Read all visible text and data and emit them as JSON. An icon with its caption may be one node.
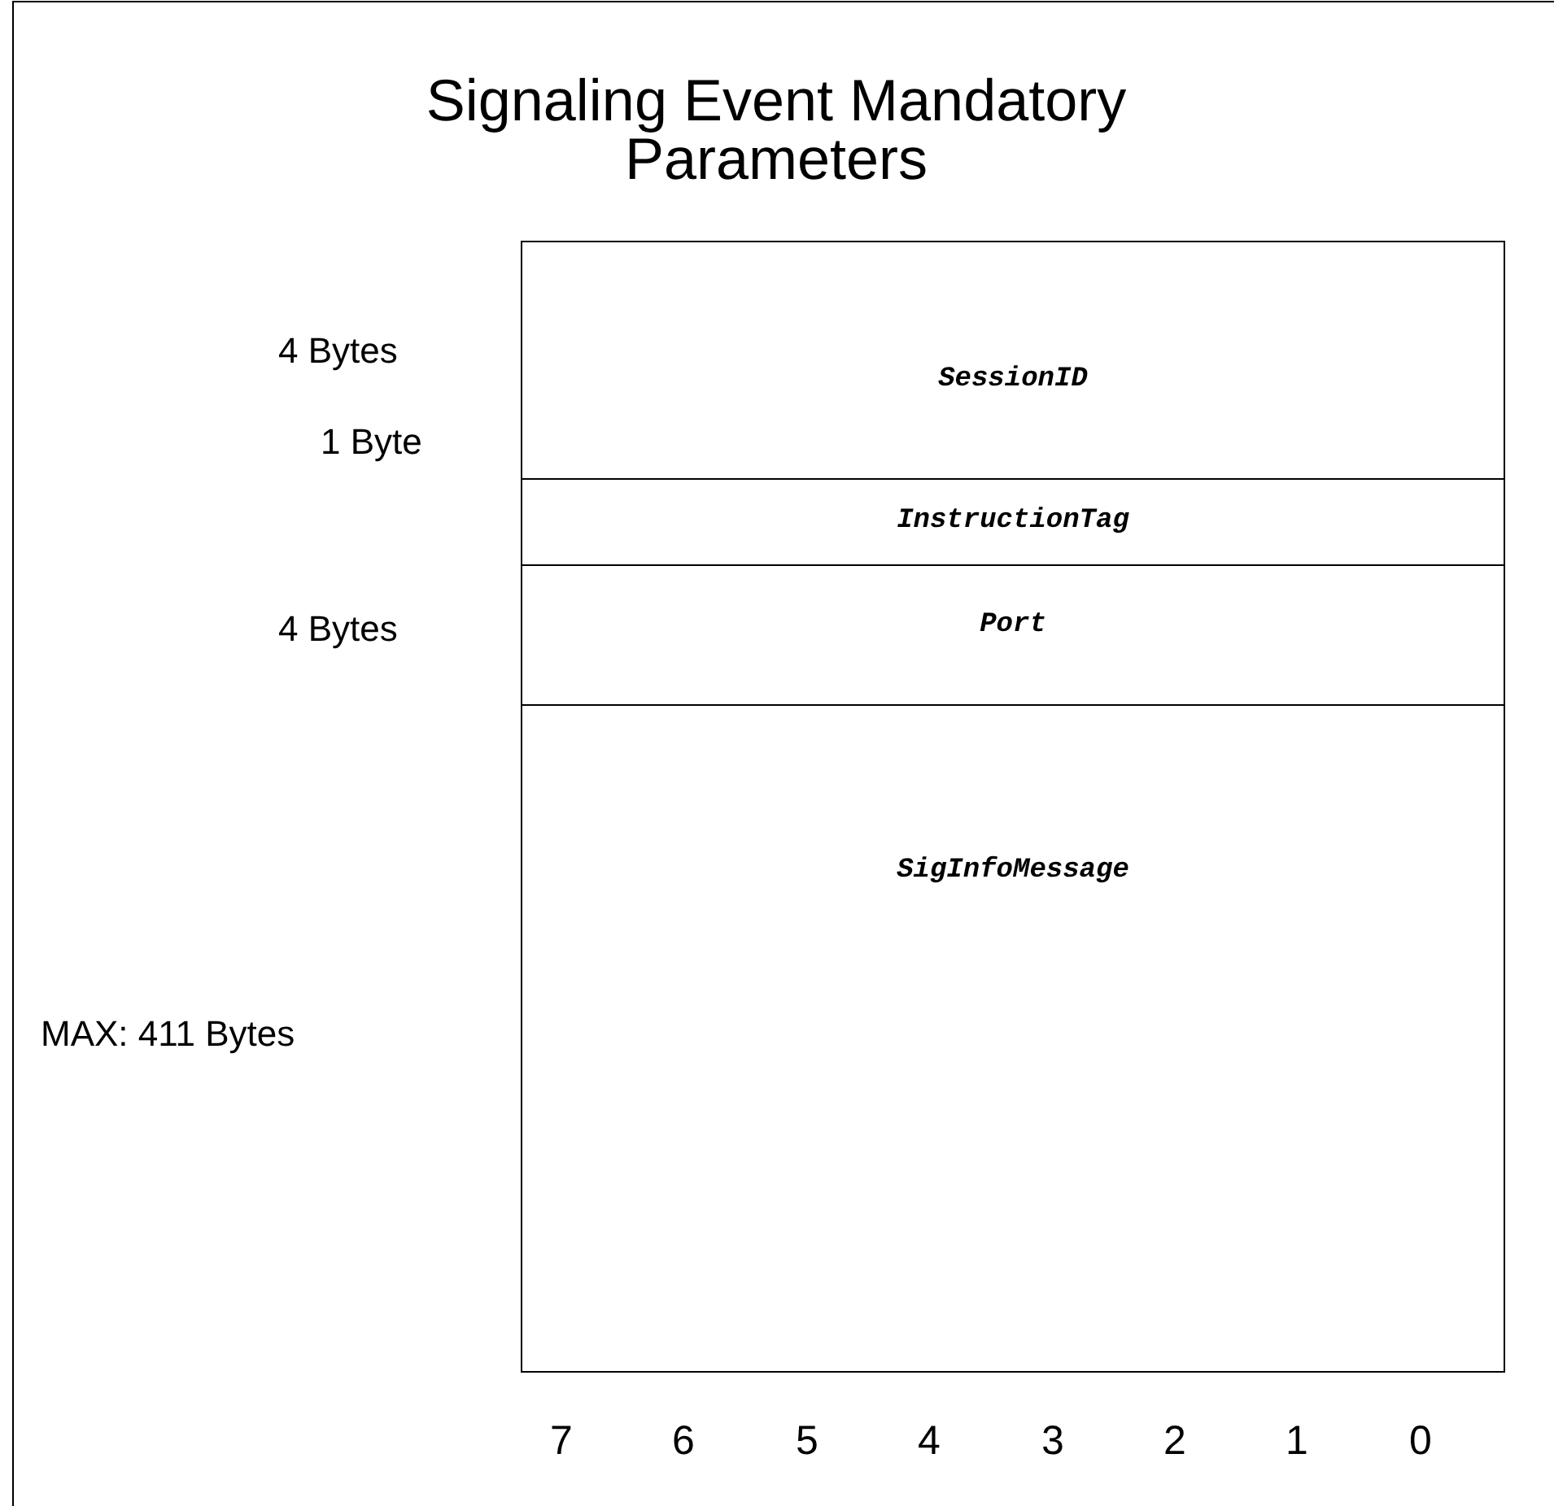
{
  "diagram": {
    "title": "Signaling Event Mandatory Parameters",
    "nodes": [
      {
        "text": [
          "SessionID"
        ],
        "beside": [
          "4 Bytes"
        ]
      },
      {
        "text": [
          "InstructionTag"
        ],
        "beside": [
          "1 Byte"
        ]
      },
      {
        "text": [
          "Port"
        ],
        "beside": [
          "4 Bytes"
        ]
      },
      {
        "text": [
          "SigInfoMessage"
        ]
      }
    ],
    "labels": [
      "MAX: 411 Bytes",
      "7",
      "6",
      "5",
      "4",
      "3",
      "2",
      "1",
      "0"
    ]
  }
}
